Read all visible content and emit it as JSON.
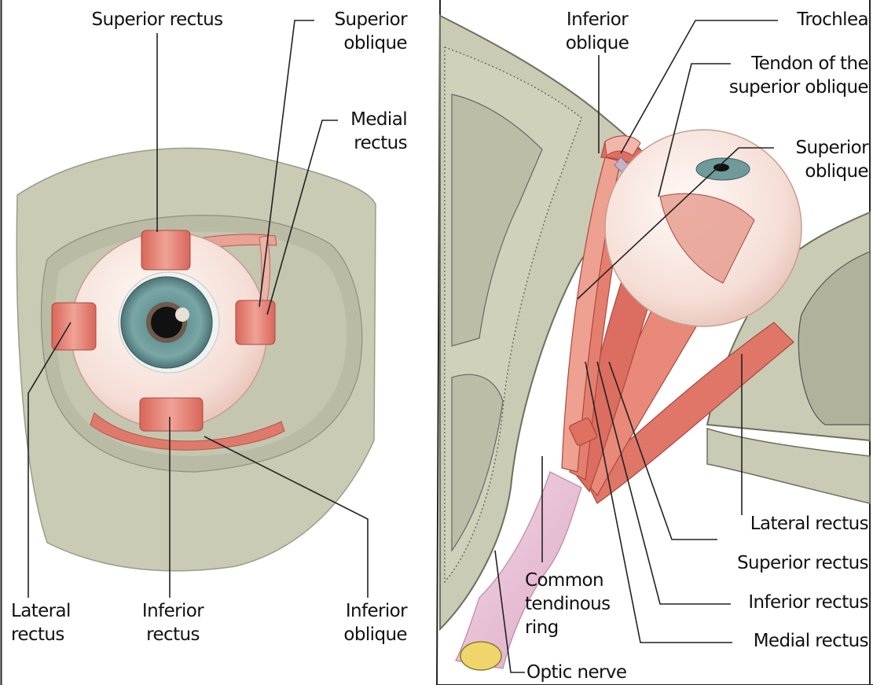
{
  "left_panel": {
    "labels": {
      "superior_rectus": "Superior rectus",
      "superior_oblique_1": "Superior",
      "superior_oblique_2": "oblique",
      "medial_rectus_1": "Medial",
      "medial_rectus_2": "rectus",
      "lateral_rectus_1": "Lateral",
      "lateral_rectus_2": "rectus",
      "inferior_rectus_1": "Inferior",
      "inferior_rectus_2": "rectus",
      "inferior_oblique_1": "Inferior",
      "inferior_oblique_2": "oblique"
    }
  },
  "right_panel": {
    "labels": {
      "inferior_oblique_1": "Inferior",
      "inferior_oblique_2": "oblique",
      "trochlea": "Trochlea",
      "tendon_1": "Tendon of the",
      "tendon_2": "superior oblique",
      "superior_oblique_1": "Superior",
      "superior_oblique_2": "oblique",
      "lateral_rectus": "Lateral rectus",
      "superior_rectus": "Superior rectus",
      "inferior_rectus": "Inferior rectus",
      "medial_rectus": "Medial rectus",
      "common_ring_1": "Common",
      "common_ring_2": "tendinous",
      "common_ring_3": "ring",
      "optic_nerve": "Optic nerve"
    }
  },
  "colors": {
    "bone": "#c9cbb5",
    "bone_dark": "#a9ab97",
    "sclera": "#f6e3dc",
    "iris": "#6f9a9a",
    "muscle": "#e37466",
    "muscle_light": "#f0a99c",
    "tendon": "#c5b0c6",
    "nerve": "#eac4d9"
  }
}
